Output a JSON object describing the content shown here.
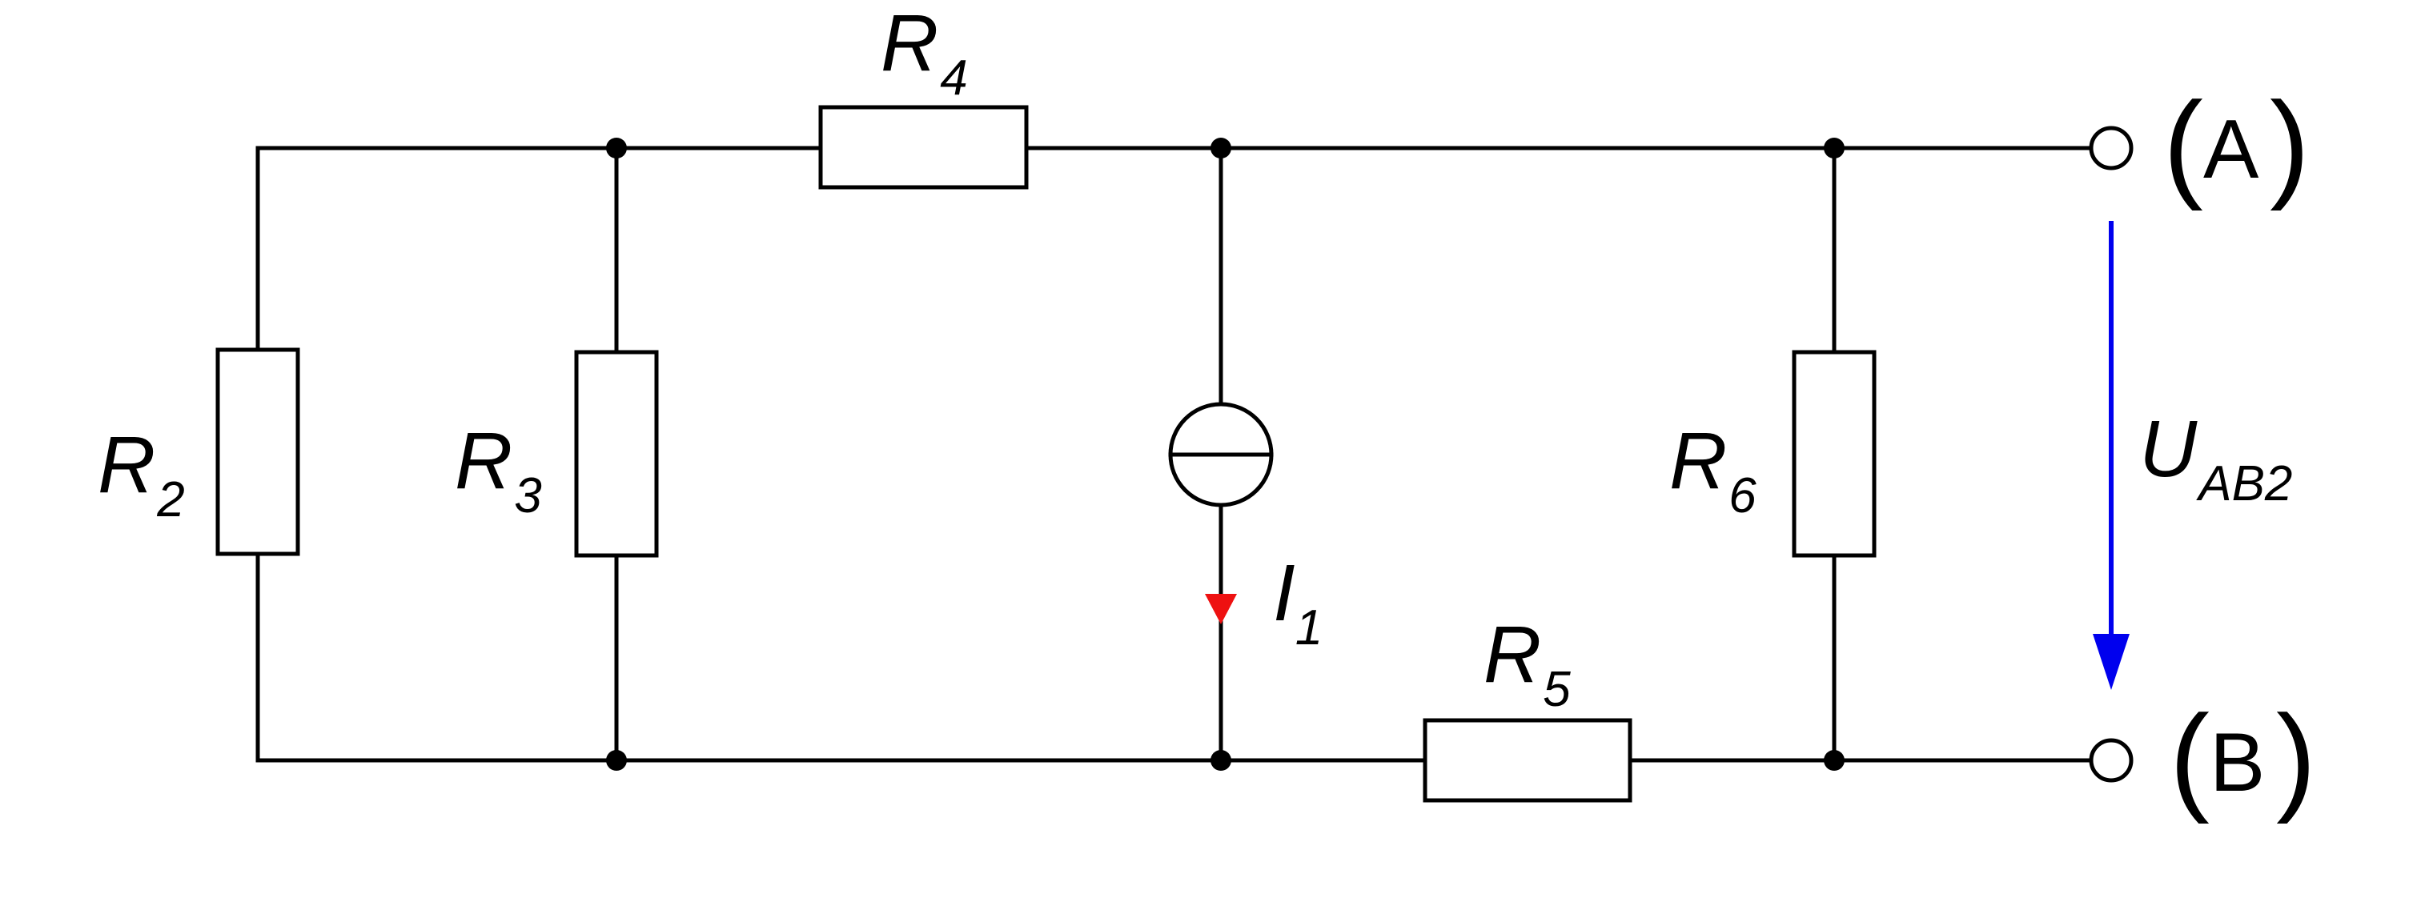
{
  "labels": {
    "r2": {
      "main": "R",
      "sub": "2"
    },
    "r3": {
      "main": "R",
      "sub": "3"
    },
    "r4": {
      "main": "R",
      "sub": "4"
    },
    "r5": {
      "main": "R",
      "sub": "5"
    },
    "r6": {
      "main": "R",
      "sub": "6"
    },
    "i1": {
      "main": "I",
      "sub": "1"
    },
    "uab": {
      "main": "U",
      "sub": "AB2"
    }
  },
  "terminals": {
    "a": "A",
    "b": "B"
  },
  "colors": {
    "wire": "#000000",
    "current_arrow": "#ee1111",
    "voltage_arrow": "#0000ee"
  }
}
